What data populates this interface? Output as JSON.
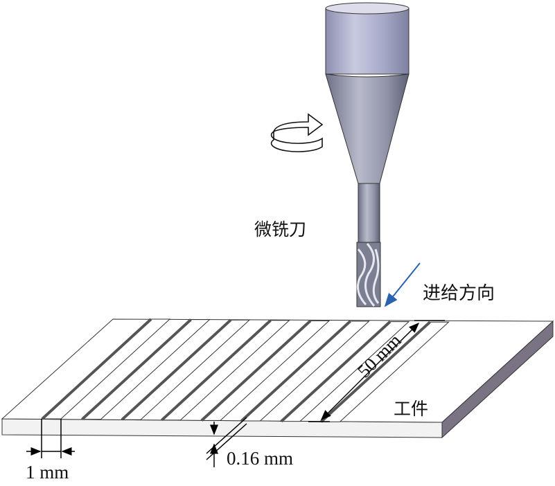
{
  "labels": {
    "tool": "微铣刀",
    "feed_direction": "进给方向",
    "workpiece": "工件",
    "length": "50 mm",
    "width": "1 mm",
    "depth": "0.16 mm"
  },
  "colors": {
    "tool_body": "#a6a8c8",
    "feed_arrow": "#2a62b0",
    "side_face": "#7a7384"
  }
}
